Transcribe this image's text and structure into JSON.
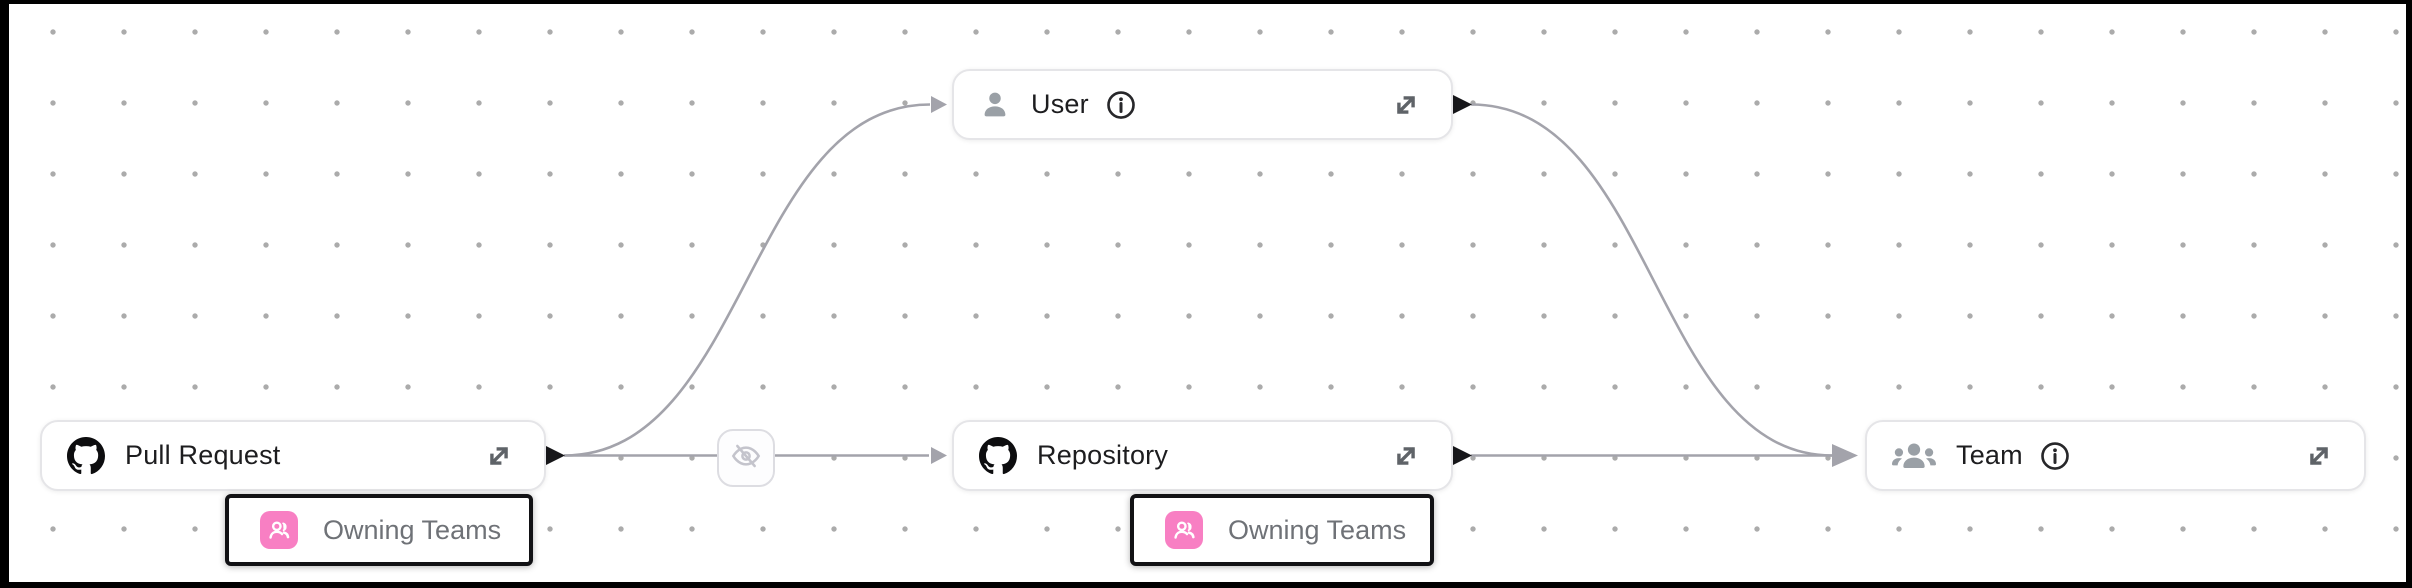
{
  "nodes": [
    {
      "label": "Pull Request",
      "icon": "github-icon",
      "has_info": false
    },
    {
      "label": "User",
      "icon": "user-icon",
      "has_info": true
    },
    {
      "label": "Repository",
      "icon": "github-icon",
      "has_info": false
    },
    {
      "label": "Team",
      "icon": "team-icon",
      "has_info": true
    }
  ],
  "relationship_labels": [
    {
      "label": "Owning Teams",
      "icon": "people-icon",
      "selected": true
    },
    {
      "label": "Owning Teams",
      "icon": "people-icon",
      "selected": true
    }
  ],
  "edge_badges": [
    {
      "icon": "eye-off-icon"
    }
  ],
  "colors": {
    "accent_pink": "#f87fc3",
    "edge_gray": "#a3a3ab",
    "port_black": "#17171a",
    "node_border": "#e5e5e8",
    "node_text": "#1d1d1f",
    "label_text": "#6f7277",
    "icon_gray": "#9aa0a6",
    "grid_dot": "#ababab",
    "selection_black": "#121215",
    "frame_black": "#000000"
  }
}
